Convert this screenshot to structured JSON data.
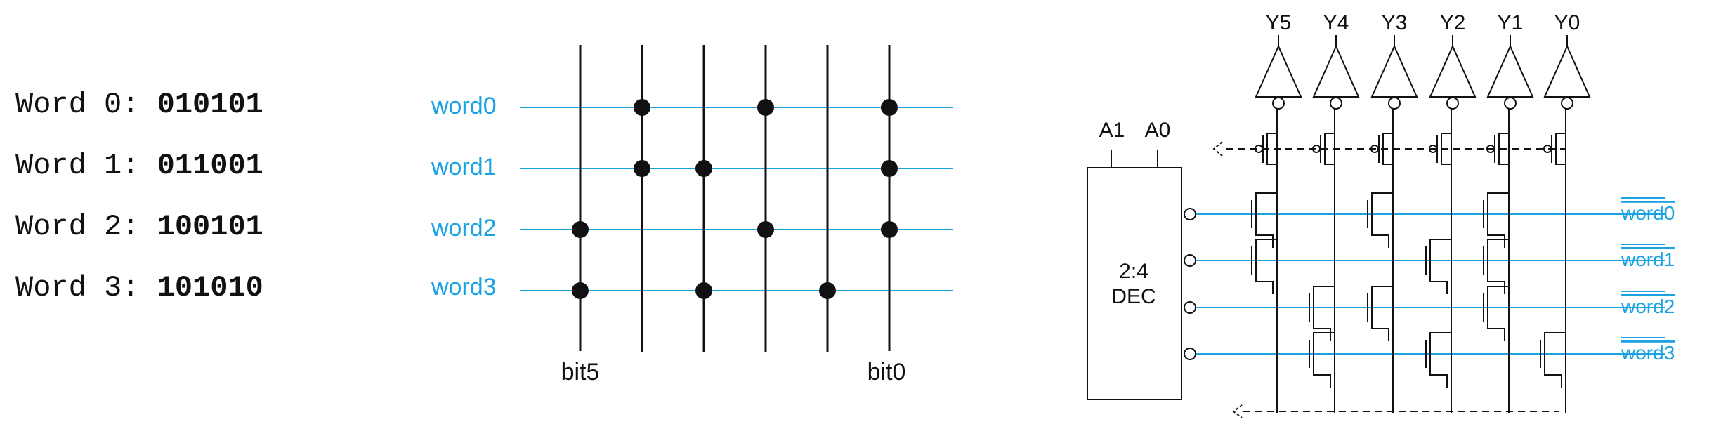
{
  "words": [
    {
      "label": "Word 0: ",
      "value": "010101"
    },
    {
      "label": "Word 1: ",
      "value": "011001"
    },
    {
      "label": "Word 2: ",
      "value": "100101"
    },
    {
      "label": "Word 3: ",
      "value": "101010"
    }
  ],
  "dot_diagram": {
    "word_labels": [
      "word0",
      "word1",
      "word2",
      "word3"
    ],
    "bit_left_label": "bit5",
    "bit_right_label": "bit0"
  },
  "transistor_diagram": {
    "outputs": [
      "Y5",
      "Y4",
      "Y3",
      "Y2",
      "Y1",
      "Y0"
    ],
    "address_inputs": [
      "A1",
      "A0"
    ],
    "decoder_label_1": "2:4",
    "decoder_label_2": "DEC",
    "word_labels": [
      "word0",
      "word1",
      "word2",
      "word3"
    ]
  },
  "colors": {
    "wordline": "#1aa3e0",
    "ink": "#111111",
    "label_blue": "#1aa3e0"
  }
}
